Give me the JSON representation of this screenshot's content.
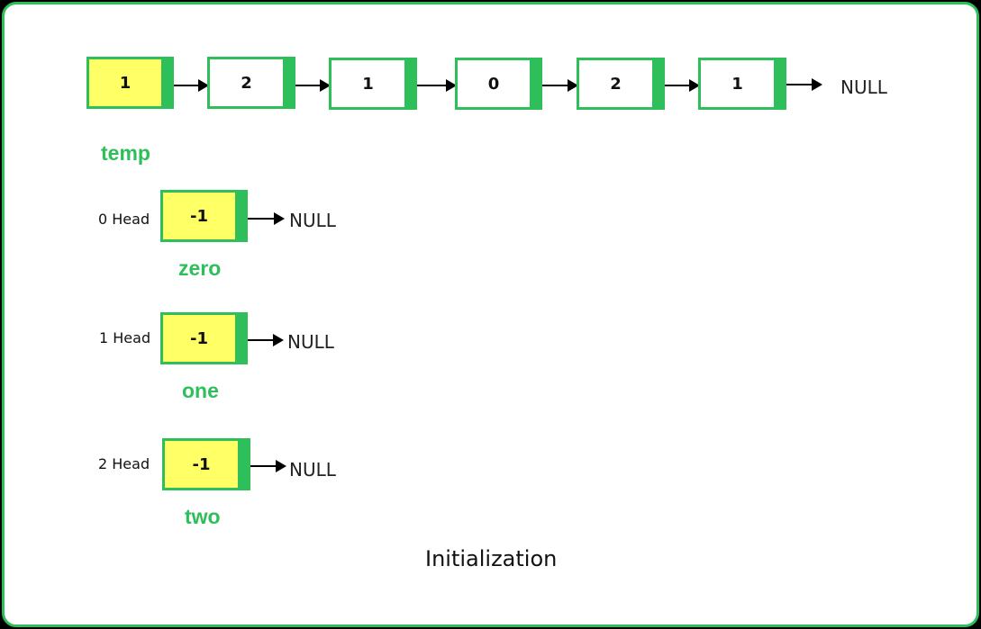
{
  "main_list": {
    "nodes": [
      "1",
      "2",
      "1",
      "0",
      "2",
      "1"
    ],
    "null_label": "NULL",
    "pointer_label": "temp"
  },
  "heads": [
    {
      "label": "0 Head",
      "value": "-1",
      "null_label": "NULL",
      "pointer_label": "zero"
    },
    {
      "label": "1 Head",
      "value": "-1",
      "null_label": "NULL",
      "pointer_label": "one"
    },
    {
      "label": "2 Head",
      "value": "-1",
      "null_label": "NULL",
      "pointer_label": "two"
    }
  ],
  "caption": "Initialization",
  "colors": {
    "accent": "#2ebf5b",
    "highlight": "#ffff66",
    "background": "#000000"
  }
}
